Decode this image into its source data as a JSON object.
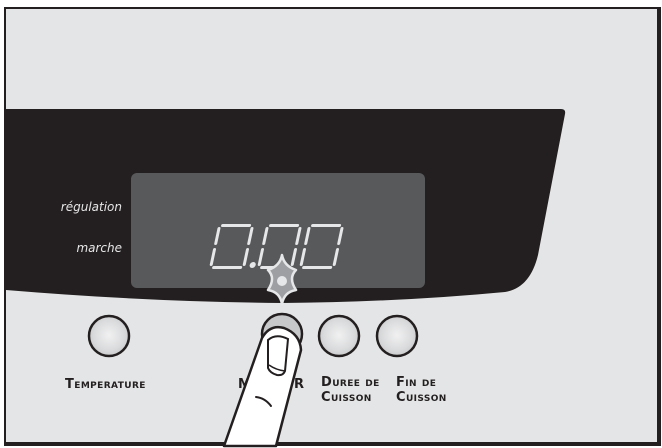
{
  "display": {
    "value": "0.00",
    "indicator_labels": {
      "top": "régulation",
      "bottom": "marche"
    }
  },
  "buttons": [
    {
      "id": "temperature",
      "label_line1": "Temperature",
      "label_line2": ""
    },
    {
      "id": "minuteur",
      "label_left_visible": "M",
      "label_right_visible": "R",
      "label_full_partially_hidden": "Minuteur"
    },
    {
      "id": "duree-de-cuisson",
      "label_line1": "Duree de",
      "label_line2": "Cuisson"
    },
    {
      "id": "fin-de-cuisson",
      "label_line1": "Fin de",
      "label_line2": "Cuisson"
    }
  ],
  "colors": {
    "background": "#e4e5e6",
    "panel": "#231f20",
    "lcd": "#58595b",
    "segment": "#e6e7e8",
    "flash": "#9d9fa2"
  },
  "annotations": {
    "pressed_button": "minuteur",
    "flash_icon": "blinking-indicator"
  }
}
